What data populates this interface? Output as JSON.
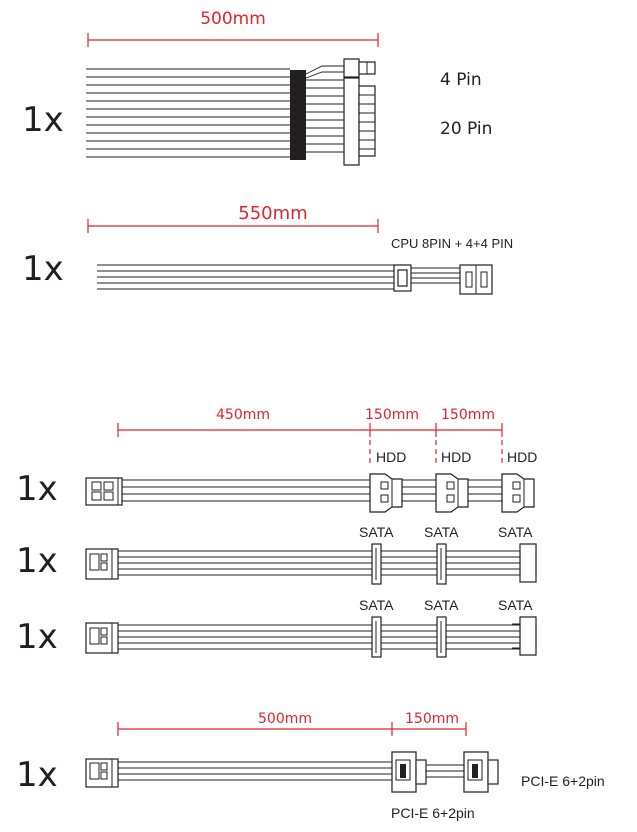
{
  "cables": [
    {
      "quantity": "1x",
      "length_labels": [
        "500mm"
      ],
      "connector_labels": [
        "4 Pin",
        "20 Pin"
      ]
    },
    {
      "quantity": "1x",
      "length_labels": [
        "550mm"
      ],
      "connector_labels": [
        "CPU 8PIN + 4+4 PIN"
      ]
    },
    {
      "quantity": "1x",
      "length_labels": [
        "450mm",
        "150mm",
        "150mm"
      ],
      "connector_labels": [
        "HDD",
        "HDD",
        "HDD"
      ]
    },
    {
      "quantity": "1x",
      "length_labels": [],
      "connector_labels": [
        "SATA",
        "SATA",
        "SATA"
      ]
    },
    {
      "quantity": "1x",
      "length_labels": [],
      "connector_labels": [
        "SATA",
        "SATA",
        "SATA"
      ]
    },
    {
      "quantity": "1x",
      "length_labels": [
        "500mm",
        "150mm"
      ],
      "connector_labels": [
        "PCI-E 6+2pin",
        "PCI-E 6+2pin"
      ]
    }
  ],
  "colors": {
    "dimension": "#e0242b",
    "line": "#231f20"
  }
}
